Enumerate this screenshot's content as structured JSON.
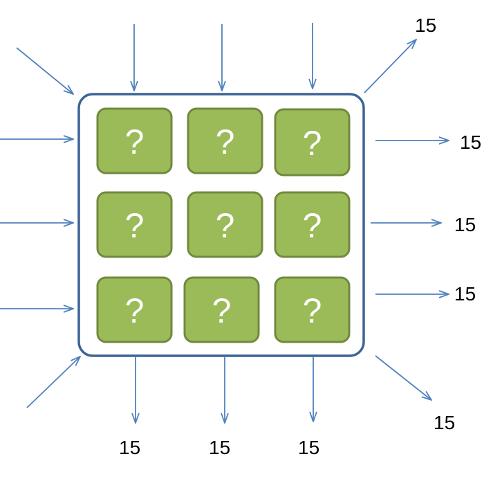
{
  "grid": {
    "cells": [
      [
        "?",
        "?",
        "?"
      ],
      [
        "?",
        "?",
        "?"
      ],
      [
        "?",
        "?",
        "?"
      ]
    ]
  },
  "sums": {
    "column_1": "15",
    "column_2": "15",
    "column_3": "15",
    "row_1": "15",
    "row_2": "15",
    "row_3": "15",
    "diagonal_main": "15",
    "diagonal_anti": "15"
  },
  "colors": {
    "cell_fill": "#9bbb59",
    "cell_border": "#71893f",
    "frame_border": "#3c6496",
    "arrow": "#4f81bd"
  }
}
